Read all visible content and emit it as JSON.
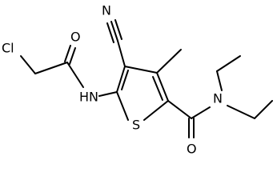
{
  "atoms": {
    "chlorine": "Cl",
    "amide_oxygen_top": "O",
    "amide_nh": "HN",
    "nitrile_nitrogen": "N",
    "ring_sulfur": "S",
    "carboxamide_oxygen": "O",
    "carboxamide_nitrogen": "N"
  }
}
